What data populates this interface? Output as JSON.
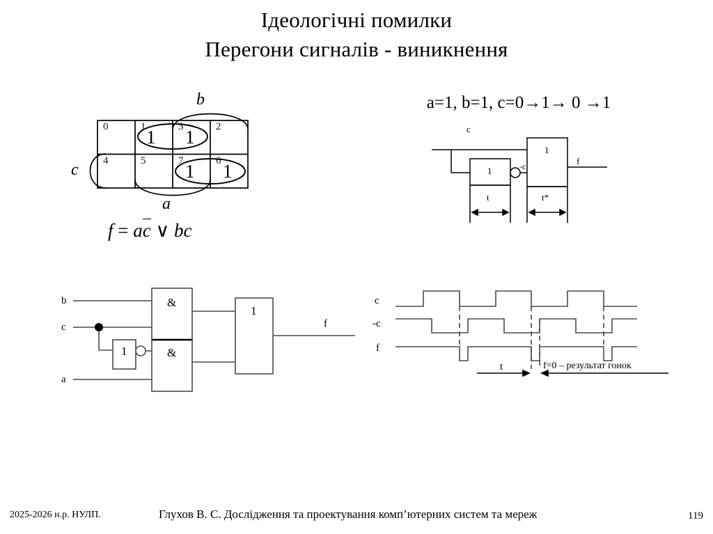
{
  "slide": {
    "title_line1": "Ідеологічні помилки",
    "title_line2": "Перегони сигналів - виникнення"
  },
  "kmap": {
    "label_b": "b",
    "label_c": "c",
    "label_a": "a",
    "cells": [
      {
        "index": "0",
        "value": ""
      },
      {
        "index": "1",
        "value": "1"
      },
      {
        "index": "3",
        "value": "1"
      },
      {
        "index": "2",
        "value": ""
      },
      {
        "index": "4",
        "value": ""
      },
      {
        "index": "5",
        "value": ""
      },
      {
        "index": "7",
        "value": "1"
      },
      {
        "index": "6",
        "value": "1"
      }
    ],
    "formula": {
      "f": "f",
      "eq": "=",
      "term1_a": "a",
      "term1_c": "c",
      "op": "∨",
      "term2_b": "b",
      "term2_c": "c"
    }
  },
  "top_right": {
    "header": "a=1, b=1, c=0→1→ 0 →1",
    "circuit": {
      "input_label": "c",
      "inverter_label": "1",
      "inverter_out_label": "-c",
      "or_label": "1",
      "output_label": "f",
      "delay1": "t",
      "delay2": "t*"
    }
  },
  "bottom_left": {
    "inputs": [
      "b",
      "c",
      "a"
    ],
    "inverter_label": "1",
    "and_label_top": "&",
    "and_label_bottom": "&",
    "or_label": "1",
    "output_label": "f"
  },
  "bottom_right": {
    "signals": [
      "c",
      "-c",
      "f"
    ],
    "delay_label": "t",
    "race_note": "f=0 – результат гонок"
  },
  "footer": {
    "left": "2025-2026 н.р. НУЛП.",
    "center": "Глухов В. С. Дослідження та проектування комп’ютерних систем та мереж",
    "page": "119"
  },
  "colors": {
    "ink": "#000000",
    "line": "#3a3a3a",
    "background": "#ffffff"
  }
}
